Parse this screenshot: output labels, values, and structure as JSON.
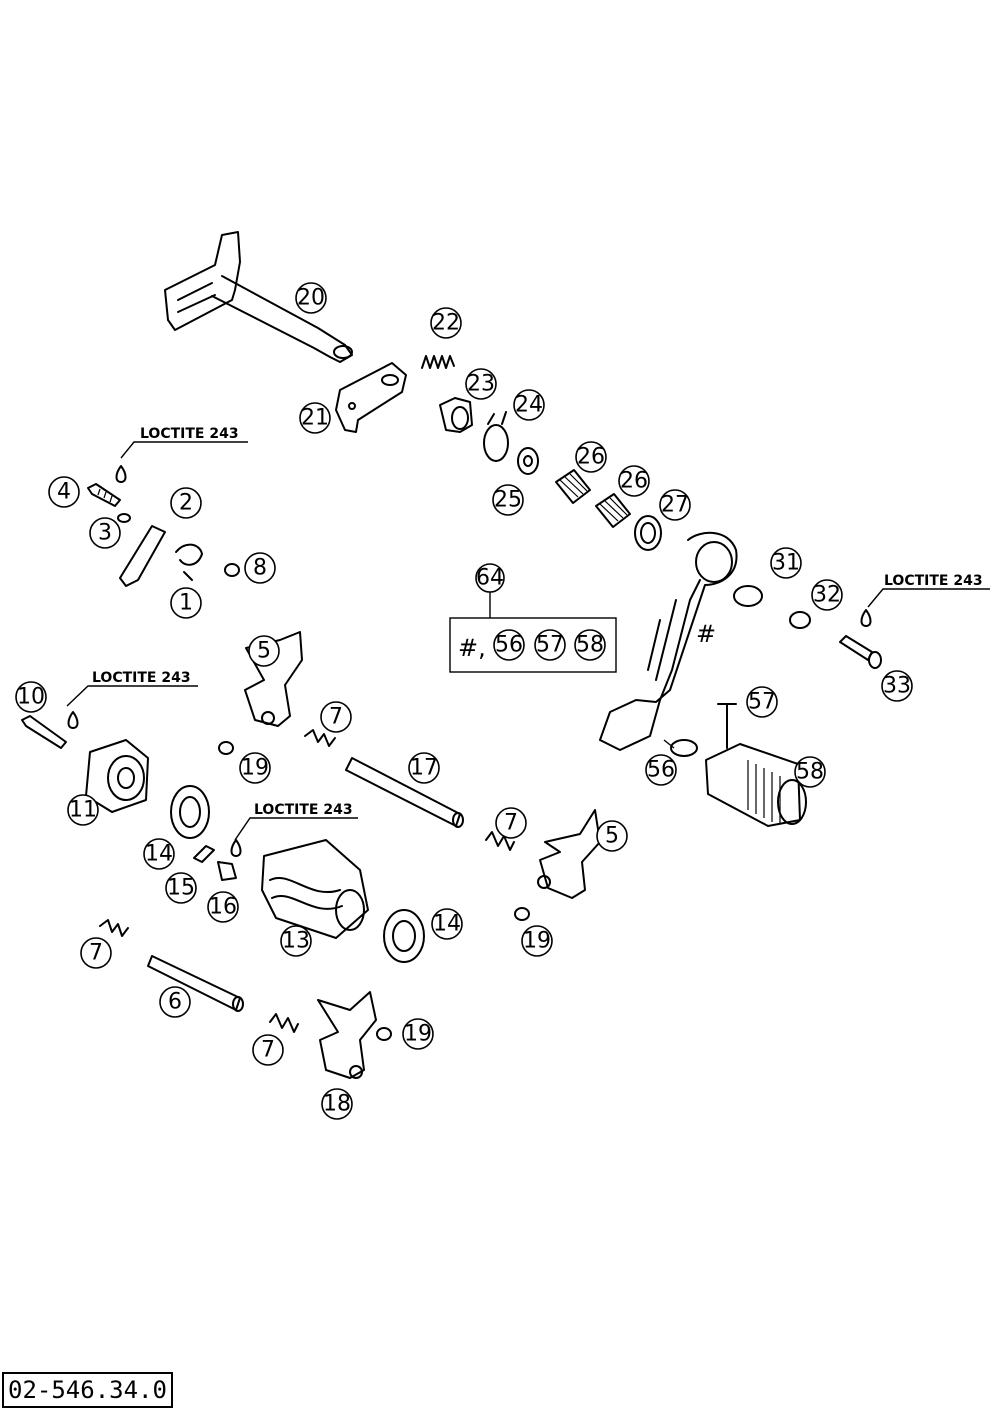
{
  "diagram_code": "02-546.34.0",
  "notes": {
    "loctite": "LOCTITE 243"
  },
  "kit_box": {
    "label": "64",
    "hash": "#,",
    "items": [
      "56",
      "57",
      "58"
    ]
  },
  "pedal_mark": "#",
  "callouts": [
    {
      "id": "c20",
      "label": "20"
    },
    {
      "id": "c22",
      "label": "22"
    },
    {
      "id": "c23",
      "label": "23"
    },
    {
      "id": "c24",
      "label": "24"
    },
    {
      "id": "c21",
      "label": "21"
    },
    {
      "id": "c26a",
      "label": "26"
    },
    {
      "id": "c26b",
      "label": "26"
    },
    {
      "id": "c25",
      "label": "25"
    },
    {
      "id": "c27",
      "label": "27"
    },
    {
      "id": "c4",
      "label": "4"
    },
    {
      "id": "c2",
      "label": "2"
    },
    {
      "id": "c3",
      "label": "3"
    },
    {
      "id": "c8",
      "label": "8"
    },
    {
      "id": "c1",
      "label": "1"
    },
    {
      "id": "c31",
      "label": "31"
    },
    {
      "id": "c32",
      "label": "32"
    },
    {
      "id": "c33",
      "label": "33"
    },
    {
      "id": "c5a",
      "label": "5"
    },
    {
      "id": "c10",
      "label": "10"
    },
    {
      "id": "c7a",
      "label": "7"
    },
    {
      "id": "c57",
      "label": "57"
    },
    {
      "id": "c19a",
      "label": "19"
    },
    {
      "id": "c17",
      "label": "17"
    },
    {
      "id": "c56",
      "label": "56"
    },
    {
      "id": "c58",
      "label": "58"
    },
    {
      "id": "c11",
      "label": "11"
    },
    {
      "id": "c7b",
      "label": "7"
    },
    {
      "id": "c5b",
      "label": "5"
    },
    {
      "id": "c14a",
      "label": "14"
    },
    {
      "id": "c15",
      "label": "15"
    },
    {
      "id": "c16",
      "label": "16"
    },
    {
      "id": "c13",
      "label": "13"
    },
    {
      "id": "c14b",
      "label": "14"
    },
    {
      "id": "c19b",
      "label": "19"
    },
    {
      "id": "c7c",
      "label": "7"
    },
    {
      "id": "c6",
      "label": "6"
    },
    {
      "id": "c7d",
      "label": "7"
    },
    {
      "id": "c19c",
      "label": "19"
    },
    {
      "id": "c18",
      "label": "18"
    }
  ]
}
